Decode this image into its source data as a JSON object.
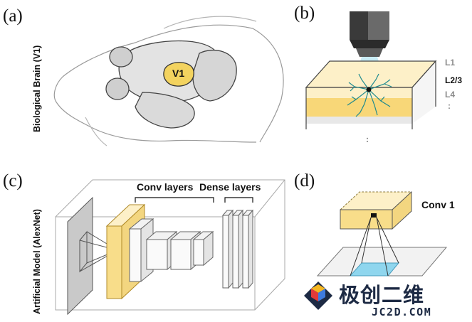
{
  "panels": {
    "a": {
      "label": "(a)",
      "side_label": "Biological Brain (V1)",
      "region": "V1"
    },
    "b": {
      "label": "(b)",
      "layers": [
        "L1",
        "L2/3",
        "L4"
      ],
      "more_dots": ":",
      "below_dots": ":"
    },
    "c": {
      "label": "(c)",
      "side_label": "Artificial Model (AlexNet)",
      "conv_caption": "Conv layers",
      "dense_caption": "Dense layers"
    },
    "d": {
      "label": "(d)",
      "caption": "Conv 1"
    }
  },
  "watermark": {
    "chinese": "极创二维",
    "domain": "JC2D.COM"
  },
  "colors": {
    "yellow_fill": "#fbe5a0",
    "yellow_stroke": "#d4b048",
    "cyan": "#8fd6ee",
    "neuron": "#1f8a8f",
    "gray_fill": "#c8c8c8",
    "line": "#555555"
  }
}
